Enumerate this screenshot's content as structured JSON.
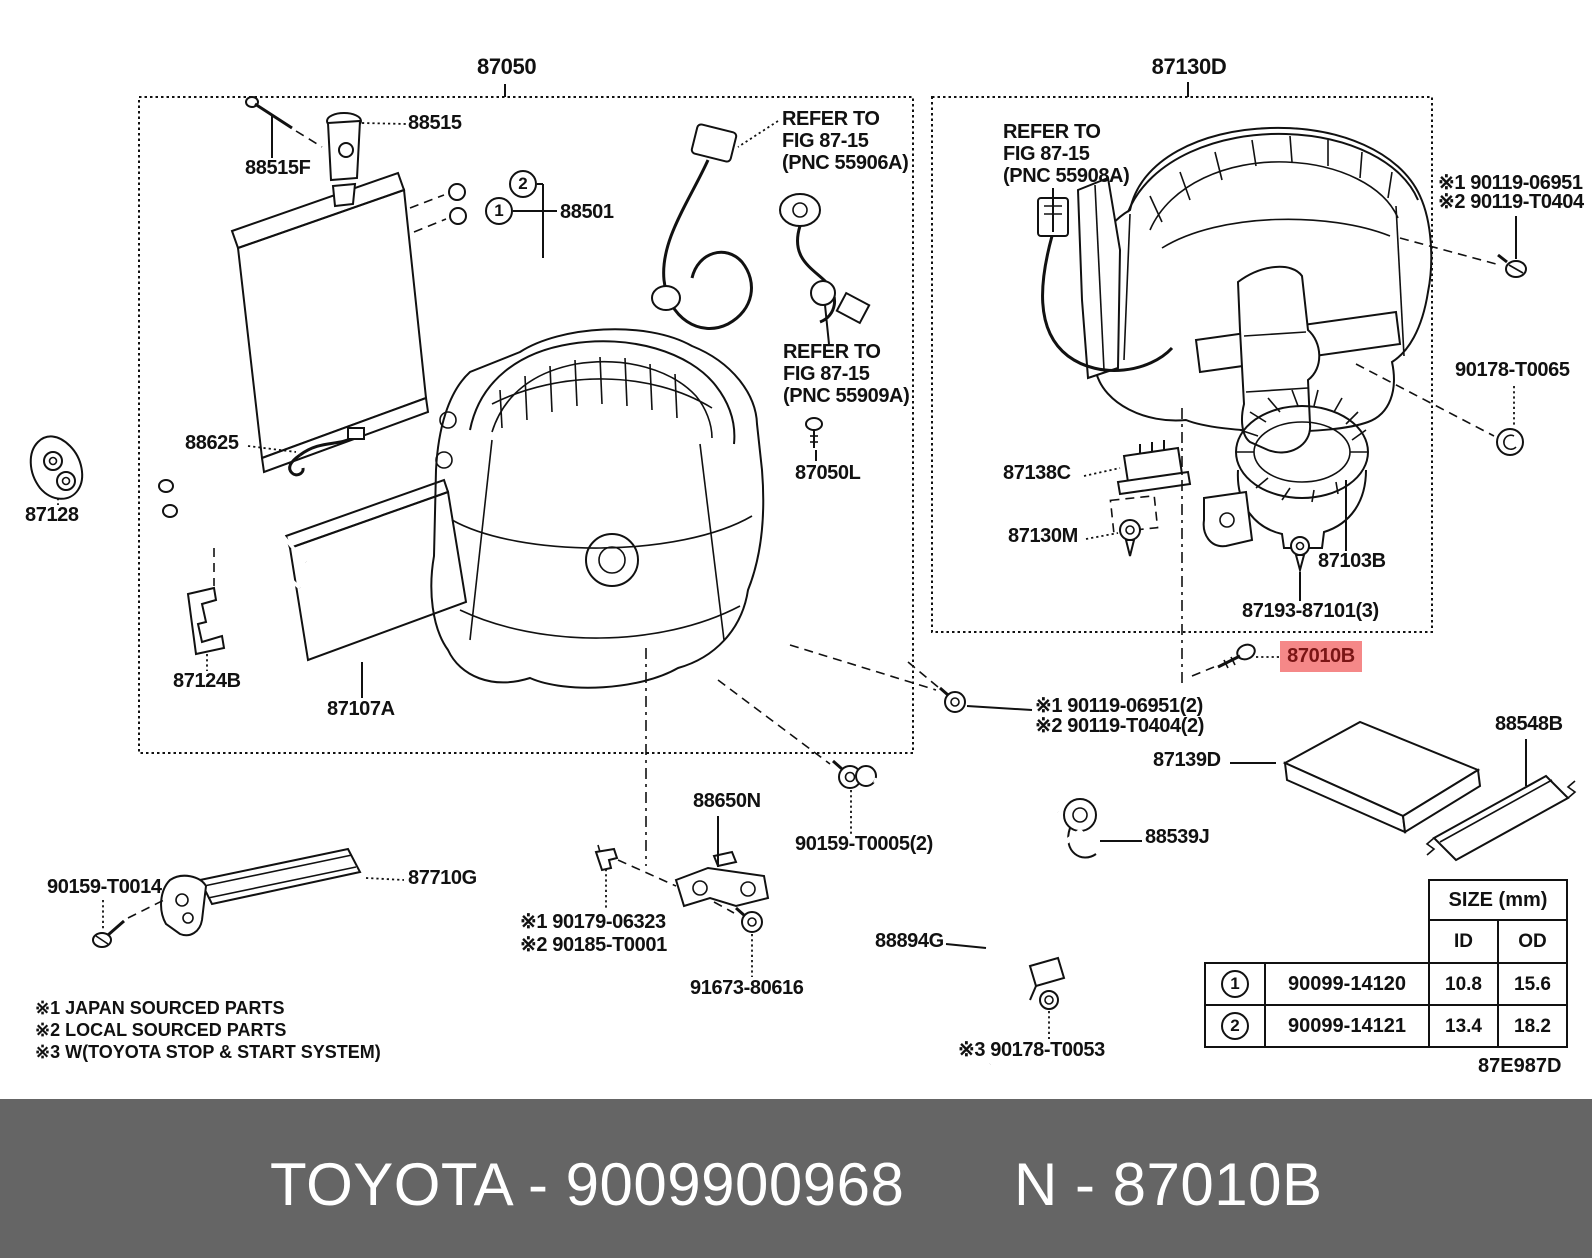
{
  "assembly_labels": {
    "main_hvac": "87050",
    "blower_unit": "87130D"
  },
  "part_labels": {
    "p88515": "88515",
    "p88515F": "88515F",
    "p88501": "88501",
    "p88625": "88625",
    "p87128": "87128",
    "p87124B": "87124B",
    "p87107A": "87107A",
    "p87050L": "87050L",
    "refer_55906A": "REFER TO\nFIG 87-15\n(PNC 55906A)",
    "refer_55909A": "REFER TO\nFIG 87-15\n(PNC 55909A)",
    "refer_55908A": "REFER TO\nFIG 87-15\n(PNC 55908A)",
    "p87138C": "87138C",
    "p87130M": "87130M",
    "p87103B": "87103B",
    "p87193": "87193-87101(3)",
    "p87010B": "87010B",
    "p90119_single": "※1 90119-06951\n※2 90119-T0404",
    "p90178_T0065": "90178-T0065",
    "p90119_double": "※1 90119-06951(2)\n※2 90119-T0404(2)",
    "p87139D": "87139D",
    "p88548B": "88548B",
    "p88539J": "88539J",
    "p88894G": "88894G",
    "p90178_T0053": "※3 90178-T0053",
    "p88650N": "88650N",
    "p90159_T0005": "90159-T0005(2)",
    "p90179_90185": "※1 90179-06323\n※2 90185-T0001",
    "p91673": "91673-80616",
    "p90159_T0014": "90159-T0014",
    "p87710G": "87710G"
  },
  "callouts": {
    "c1": "1",
    "c2": "2"
  },
  "notes": [
    "※1 JAPAN SOURCED PARTS",
    "※2 LOCAL SOURCED PARTS",
    "※3 W(TOYOTA STOP & START SYSTEM)"
  ],
  "size_table": {
    "header": "SIZE (mm)",
    "col_id": "ID",
    "col_od": "OD",
    "rows": [
      {
        "no": "1",
        "part": "90099-14120",
        "id": "10.8",
        "od": "15.6"
      },
      {
        "no": "2",
        "part": "90099-14121",
        "id": "13.4",
        "od": "18.2"
      }
    ]
  },
  "figure_code": "87E987D",
  "highlight": {
    "background": "#f58888",
    "text_color": "#7a1515"
  },
  "banner": {
    "left_text": "TOYOTA - 9009900968",
    "right_text": "N - 87010B",
    "background": "#656565",
    "text_color": "#ffffff"
  }
}
